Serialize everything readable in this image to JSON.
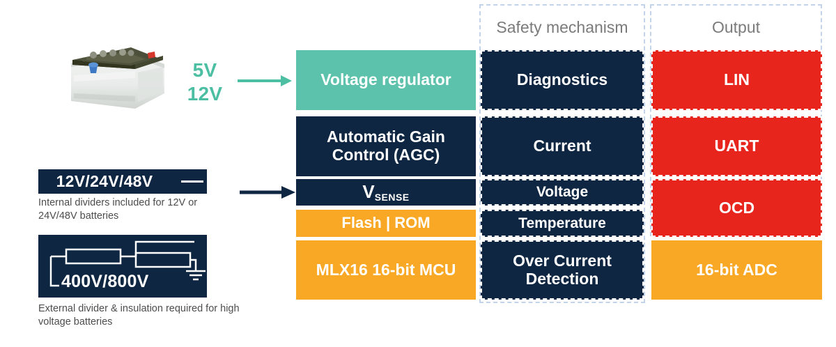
{
  "source": {
    "battery_image_alt": "car-battery-photo"
  },
  "input": {
    "voltages": [
      "5V",
      "12V"
    ],
    "arrow_supply_name": "supply-arrow",
    "arrow_sense_name": "sense-arrow"
  },
  "voltage_boxes": [
    {
      "id": "box-12v",
      "label": "12V/24V/48V",
      "caption": "Internal dividers included for 12V or 24V/48V batteries",
      "symbol": "battery-line"
    },
    {
      "id": "box-400v",
      "label": "400V/800V",
      "caption": "External divider & insulation required for high voltage batteries",
      "symbol": "resistor-divider-ground"
    }
  ],
  "columns": {
    "blocks": {
      "header": "",
      "items": [
        {
          "label": "Voltage regulator",
          "color": "#5cc2ab",
          "style": "teal"
        },
        {
          "label": "Automatic Gain Control (AGC)",
          "color": "#0e2641",
          "style": "navy"
        },
        {
          "label": "V",
          "sub": "SENSE",
          "color": "#0e2641",
          "style": "navy"
        },
        {
          "label": "Flash | ROM",
          "color": "#f9a825",
          "style": "orange"
        },
        {
          "label": "MLX16 16-bit MCU",
          "color": "#f9a825",
          "style": "orange"
        }
      ]
    },
    "safety": {
      "header": "Safety mechanism",
      "items": [
        {
          "label": "Diagnostics",
          "color": "#0e2641"
        },
        {
          "label": "Current",
          "color": "#0e2641"
        },
        {
          "label": "Voltage",
          "color": "#0e2641"
        },
        {
          "label": "Temperature",
          "color": "#0e2641"
        },
        {
          "label": "Over Current Detection",
          "color": "#0e2641"
        }
      ]
    },
    "output": {
      "header": "Output",
      "items": [
        {
          "label": "LIN",
          "color": "#e8251c"
        },
        {
          "label": "UART",
          "color": "#e8251c"
        },
        {
          "label": "OCD",
          "color": "#e8251c"
        },
        {
          "label": "16-bit ADC",
          "color": "#f9a825"
        }
      ]
    }
  },
  "colors": {
    "teal": "#5cc2ab",
    "navy": "#0e2641",
    "orange": "#f9a825",
    "red": "#e8251c",
    "outline_dashed": "#c3d3ea",
    "header_text": "#7b7b7b",
    "caption_text": "#4d4d4d"
  }
}
